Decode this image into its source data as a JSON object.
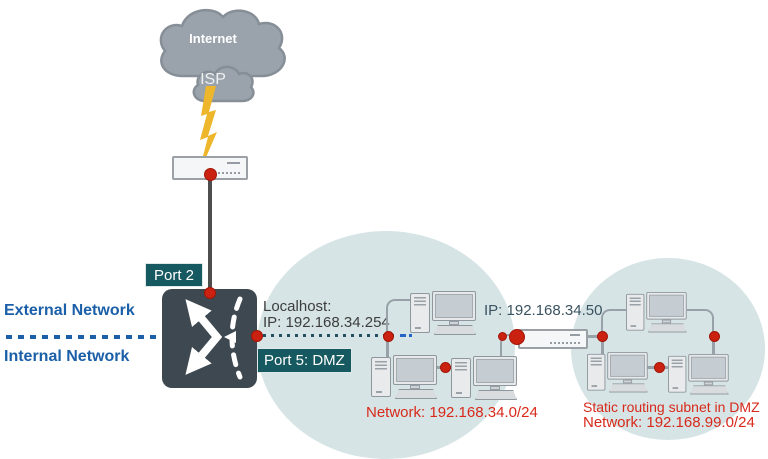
{
  "cloud": {
    "internet": "Internet",
    "isp": "ISP"
  },
  "badges": {
    "port2": "Port 2",
    "port5": "Port 5: DMZ"
  },
  "boundary": {
    "external": "External Network",
    "internal": "Internal Network"
  },
  "firewall": {
    "localhost": "Localhost:",
    "localhost_ip": "IP: 192.168.34.254"
  },
  "switch": {
    "ip": "IP: 192.168.34.50"
  },
  "dmz": {
    "network": "Network: 192.168.34.0/24"
  },
  "static_subnet": {
    "title": "Static routing subnet in DMZ",
    "network": "Network: 192.168.99.0/24"
  },
  "colors": {
    "red_node": "#cb2110",
    "red_text": "#d8291a",
    "badge_teal": "#175960",
    "blue_label": "#1a5fa8",
    "cloud_gray": "#9aa2ab",
    "firewall_dark": "#3e4850",
    "zone_fill": "#d6e4e6",
    "link_gray": "#99a1a8",
    "lightning_yellow": "#eeb62b"
  },
  "icons": {
    "internet-cloud-icon": "gray cloud shape",
    "lightning-icon": "yellow zigzag bolt",
    "modem-icon": "white rectangle network device",
    "firewall-icon": "dark rounded square with white bounce arrows and dashed arc",
    "switch-icon": "white rectangle network device",
    "computer-icon": "desktop tower with monitor and keyboard",
    "connection-node-icon": "red dot"
  }
}
